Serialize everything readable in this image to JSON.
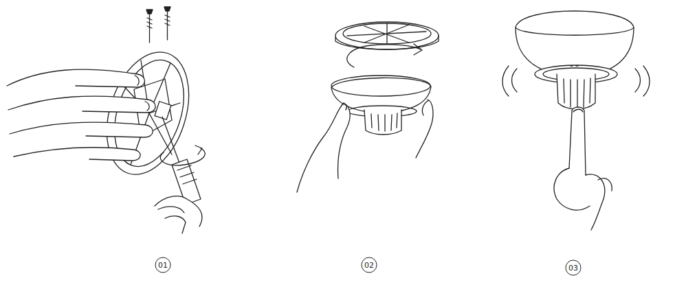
{
  "diagram": {
    "nodes": [
      {
        "text": [
          "01"
        ]
      },
      {
        "text": [
          "02"
        ]
      },
      {
        "text": [
          "03"
        ]
      }
    ]
  }
}
